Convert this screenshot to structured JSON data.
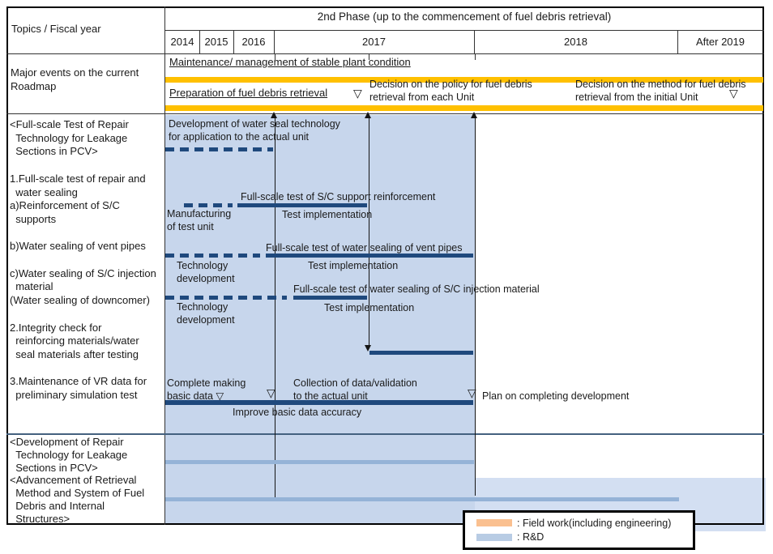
{
  "table": {
    "topics_header": "Topics / Fiscal year",
    "phase_header": "2nd Phase (up to the commencement of fuel debris retrieval)",
    "years": [
      "2014",
      "2015",
      "2016",
      "2017",
      "2018",
      "After 2019"
    ]
  },
  "major_events": {
    "label": "Major events on the current\nRoadmap",
    "maintenance": "Maintenance/ management of stable plant condition",
    "preparation": "Preparation of fuel debris retrieval",
    "decision_policy": "Decision on the policy for fuel debris\nretrieval from each Unit",
    "decision_method": "Decision on the method for fuel debris\nretrieval from the initial Unit"
  },
  "topics": {
    "repair_test": "<Full-scale Test of Repair\n  Technology for Leakage\n  Sections in PCV>\n\n1.Full-scale test of repair and\n  water sealing\na)Reinforcement of S/C\n  supports\n\nb)Water sealing of vent pipes\n\nc)Water sealing of S/C injection\n  material\n(Water sealing of downcomer)\n\n2.Integrity check for\n  reinforcing materials/water\n  seal materials after testing\n\n3.Maintenance of VR data for\n  preliminary simulation test",
    "development": "<Development of Repair\n  Technology for Leakage\n  Sections in PCV>\n<Advancement of Retrieval\n  Method and System of Fuel\n  Debris and Internal\n  Structures>"
  },
  "gantt": {
    "water_seal_dev": "Development of water seal technology\nfor application to the actual unit",
    "sc_support_test": "Full-scale test of S/C support reinforcement",
    "manufacturing": "Manufacturing\nof test unit",
    "test_implementation_a": "Test implementation",
    "vent_pipe_test": "Full-scale test of water sealing of vent pipes",
    "tech_dev_b": "Technology\ndevelopment",
    "test_implementation_b": "Test implementation",
    "sc_injection_test": "Full-scale test of water sealing of S/C injection material",
    "tech_dev_c": "Technology\ndevelopment",
    "test_implementation_c": "Test implementation",
    "complete_basic_data": "Complete making\nbasic data ▽",
    "collection_data": "Collection of data/validation\nto the actual unit",
    "plan_completing": "Plan on completing development",
    "improve_accuracy": "Improve basic data accuracy",
    "milestone_glyph": "▽"
  },
  "legend": {
    "field_work": ": Field work(including engineering)",
    "rnd": ": R&D"
  },
  "colors": {
    "field_work_bar": "#FFC000",
    "rnd_region": "#C7D6EC",
    "rnd_region_light": "#D3DFF2",
    "task_bar": "#1F497D",
    "soft_bar": "#95B3D7",
    "legend_orange": "#FAC090",
    "legend_blue": "#B8CCE4"
  }
}
